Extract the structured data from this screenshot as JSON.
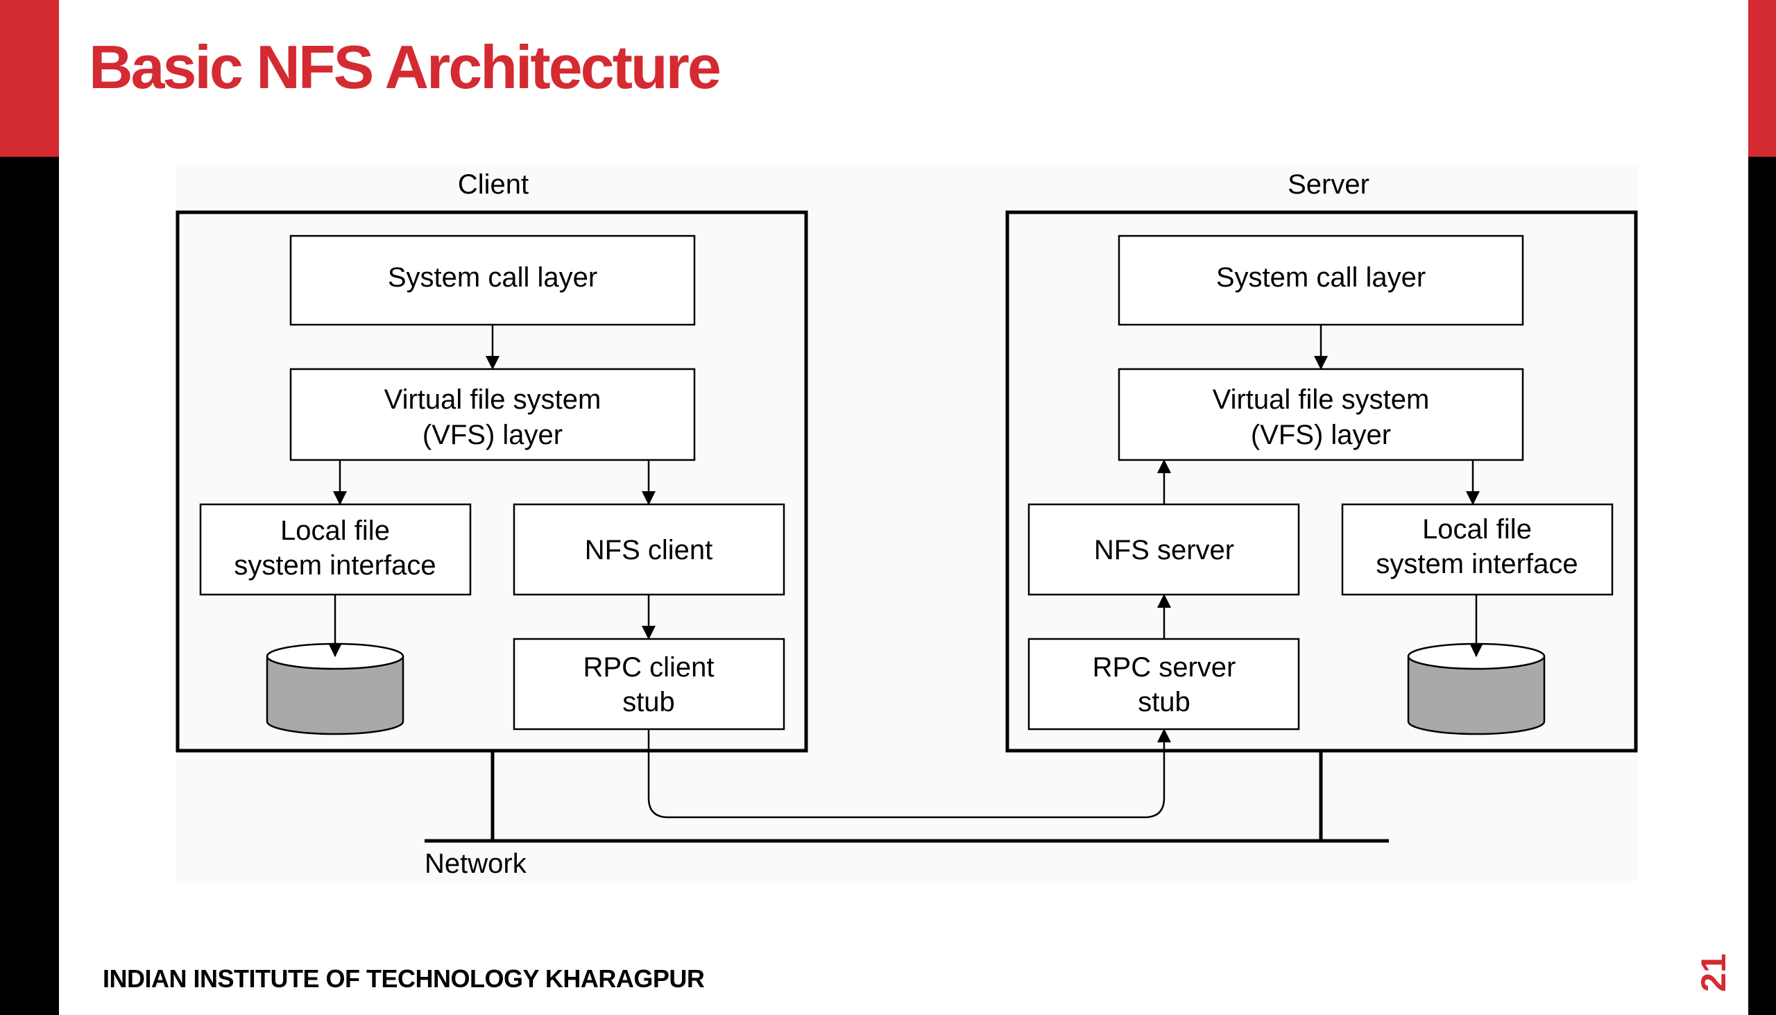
{
  "theme": {
    "accent": "#d42a32",
    "background": "#ffffff",
    "panel": "#fafafa",
    "disk_fill": "#a9a9a9"
  },
  "slide": {
    "title": "Basic NFS Architecture",
    "footer": "INDIAN INSTITUTE OF TECHNOLOGY KHARAGPUR",
    "page_number": "21"
  },
  "diagram": {
    "client": {
      "label": "Client",
      "system_call_layer": "System call layer",
      "vfs_layer": [
        "Virtual file system",
        "(VFS) layer"
      ],
      "local_fs_interface": [
        "Local file",
        "system interface"
      ],
      "nfs_client": "NFS client",
      "rpc_client_stub": [
        "RPC client",
        "stub"
      ]
    },
    "server": {
      "label": "Server",
      "system_call_layer": "System call layer",
      "vfs_layer": [
        "Virtual file system",
        "(VFS) layer"
      ],
      "nfs_server": "NFS server",
      "local_fs_interface": [
        "Local file",
        "system interface"
      ],
      "rpc_server_stub": [
        "RPC server",
        "stub"
      ]
    },
    "network_label": "Network"
  }
}
